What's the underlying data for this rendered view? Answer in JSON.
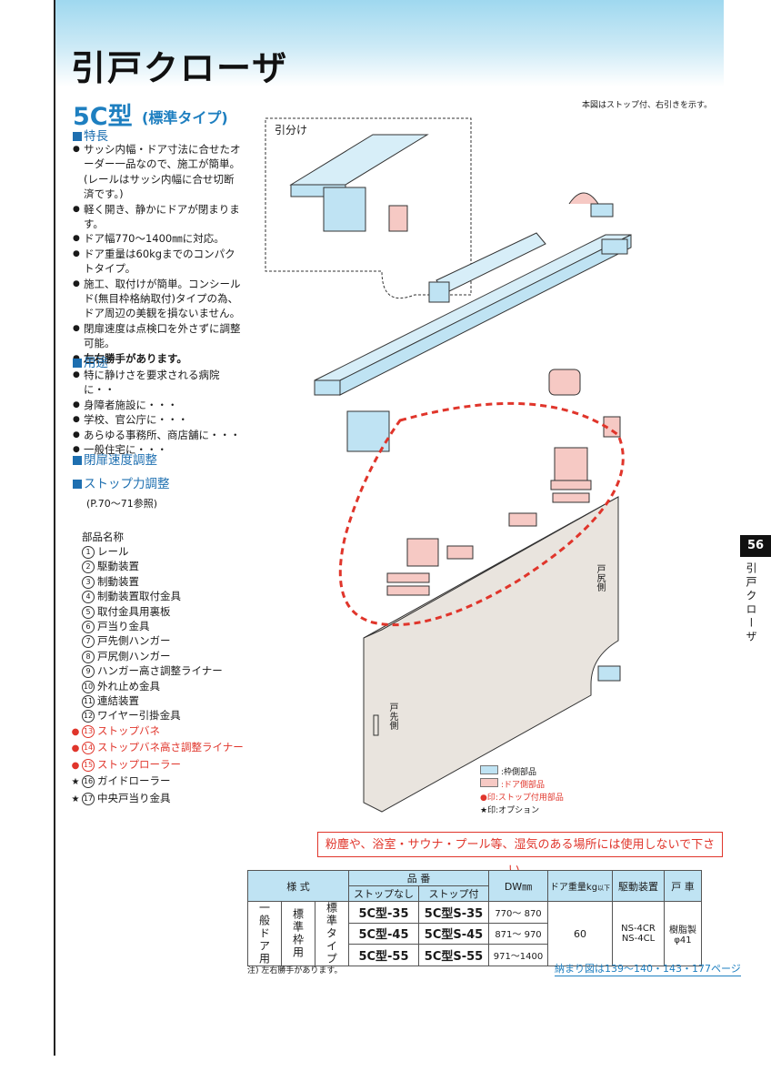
{
  "header": {
    "title": "引戸クローザ"
  },
  "product": {
    "model": "5C型",
    "type": "(標準タイプ)"
  },
  "features": {
    "heading": "特長",
    "items": [
      "サッシ内幅・ドア寸法に合せたオーダー一品なので、施工が簡単。(レールはサッシ内幅に合せ切断済です。)",
      "軽く開き、静かにドアが閉まります。",
      "ドア幅770〜1400㎜に対応。",
      "ドア重量は60kgまでのコンパクトタイプ。",
      "施工、取付けが簡単。コンシールド(無目枠格納取付)タイプの為、ドア周辺の美観を損ないません。",
      "閉扉速度は点検口を外さずに調整可能。",
      "左右勝手があります。"
    ]
  },
  "uses": {
    "heading": "用途",
    "items": [
      "特に静けさを要求される病院に・・",
      "身障者施設に・・・",
      "学校、官公庁に・・・",
      "あらゆる事務所、商店舗に・・・",
      "一般住宅に・・・"
    ]
  },
  "adjust": {
    "speed": "閉扉速度調整",
    "stop": "ストップ力調整",
    "ref": "(P.70〜71参照)"
  },
  "parts": {
    "heading": "部品名称",
    "items": [
      {
        "num": "1",
        "mark": "",
        "label": "レール",
        "red": false
      },
      {
        "num": "2",
        "mark": "",
        "label": "駆動装置",
        "red": false
      },
      {
        "num": "3",
        "mark": "",
        "label": "制動装置",
        "red": false
      },
      {
        "num": "4",
        "mark": "",
        "label": "制動装置取付金具",
        "red": false
      },
      {
        "num": "5",
        "mark": "",
        "label": "取付金具用裏板",
        "red": false
      },
      {
        "num": "6",
        "mark": "",
        "label": "戸当り金具",
        "red": false
      },
      {
        "num": "7",
        "mark": "",
        "label": "戸先側ハンガー",
        "red": false
      },
      {
        "num": "8",
        "mark": "",
        "label": "戸尻側ハンガー",
        "red": false
      },
      {
        "num": "9",
        "mark": "",
        "label": "ハンガー高さ調整ライナー",
        "red": false
      },
      {
        "num": "10",
        "mark": "",
        "label": "外れ止め金具",
        "red": false
      },
      {
        "num": "11",
        "mark": "",
        "label": "連結装置",
        "red": false
      },
      {
        "num": "12",
        "mark": "",
        "label": "ワイヤー引掛金具",
        "red": false
      },
      {
        "num": "13",
        "mark": "S",
        "label": "ストップバネ",
        "red": true
      },
      {
        "num": "14",
        "mark": "S",
        "label": "ストップバネ高さ調整ライナー",
        "red": true
      },
      {
        "num": "15",
        "mark": "S",
        "label": "ストップローラー",
        "red": true
      },
      {
        "num": "16",
        "mark": "★",
        "label": "ガイドローラー",
        "red": false
      },
      {
        "num": "17",
        "mark": "★",
        "label": "中央戸当り金具",
        "red": false
      }
    ]
  },
  "diagram": {
    "note": "本図はストップ付、右引きを示す。",
    "hikiwake": "引分け",
    "door_tail": "戸尻側",
    "door_front": "戸先側",
    "legend": {
      "frame": ":枠側部品",
      "door": ":ドア側部品",
      "stop": "印:ストップ付用部品",
      "option": "★印:オプション"
    },
    "colors": {
      "frame": "#bfe3f3",
      "door": "#f6c9c4",
      "stop_mark": "#e0352b",
      "door_panel": "#e9e4de"
    }
  },
  "warning": "粉塵や、浴室・サウナ・プール等、湿気のある場所には使用しないで下さい。",
  "spec_table": {
    "h_style": "様 式",
    "h_code": "品 番",
    "h_nostop": "ストップなし",
    "h_stop": "ストップ付",
    "h_dw": "DW㎜",
    "h_weight": "ドア重量kg",
    "h_weight_sub": "以下",
    "h_drive": "駆動装置",
    "h_wheel": "戸 車",
    "col1": "一般ドア用",
    "col2": "標準枠用",
    "col3": "標準タイプ",
    "rows": [
      {
        "nostop": "5C型-35",
        "stop": "5C型S-35",
        "dw": "770〜 870"
      },
      {
        "nostop": "5C型-45",
        "stop": "5C型S-45",
        "dw": "871〜 970"
      },
      {
        "nostop": "5C型-55",
        "stop": "5C型S-55",
        "dw": "971〜1400"
      }
    ],
    "weight": "60",
    "drive": "NS-4CR\nNS-4CL",
    "wheel": "樹脂製\nφ41"
  },
  "footnote": "注) 左右勝手があります。",
  "page_ref": "納まり図は139〜140・143・177ページ",
  "side": {
    "page": "56",
    "label": "引戸クローザ"
  }
}
